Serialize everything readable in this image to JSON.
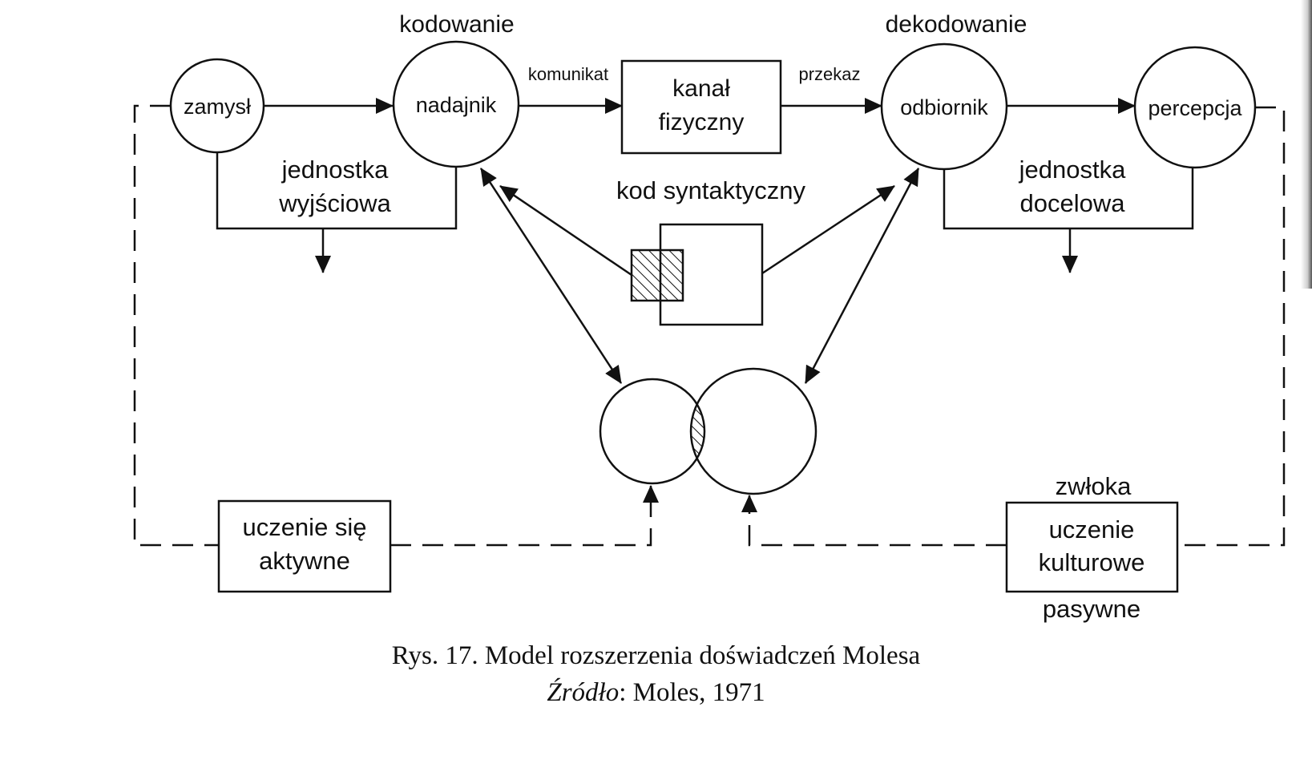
{
  "labels": {
    "kodowanie": "kodowanie",
    "dekodowanie": "dekodowanie",
    "zamysl": "zamysł",
    "nadajnik": "nadajnik",
    "komunikat": "komunikat",
    "kanal_line1": "kanał",
    "kanal_line2": "fizyczny",
    "przekaz": "przekaz",
    "odbiornik": "odbiornik",
    "percepcja": "percepcja",
    "jw_line1": "jednostka",
    "jw_line2": "wyjściowa",
    "jd_line1": "jednostka",
    "jd_line2": "docelowa",
    "kod_syntaktyczny": "kod syntaktyczny",
    "ua_line1": "uczenie się",
    "ua_line2": "aktywne",
    "zwloka": "zwłoka",
    "uk_line1": "uczenie",
    "uk_line2": "kulturowe",
    "pasywne": "pasywne"
  },
  "caption": {
    "line1": "Rys. 17.  Model rozszerzenia doświadczeń Molesa",
    "source_label": "Źródło",
    "source_value": ": Moles, 1971"
  },
  "colors": {
    "ink": "#111111",
    "paper": "#ffffff"
  }
}
